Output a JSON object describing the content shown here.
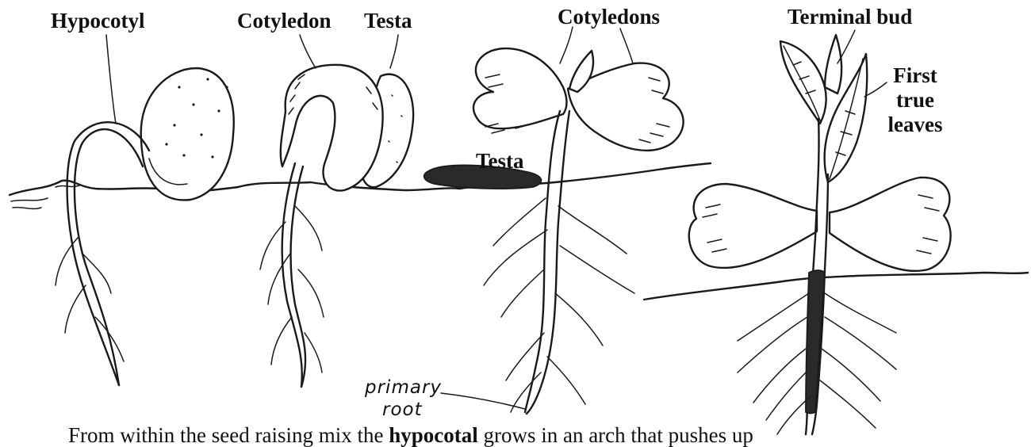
{
  "labels": {
    "hypocotyl": "Hypocotyl",
    "cotyledon": "Cotyledon",
    "testa_1": "Testa",
    "cotyledons": "Cotyledons",
    "testa_2": "Testa",
    "terminal_bud": "Terminal bud",
    "first_true_leaves": [
      "First",
      "true",
      "leaves"
    ],
    "primary_root": [
      "primary",
      "root"
    ]
  },
  "caption": {
    "before": "From within the seed raising mix the ",
    "bold": "hypocotal",
    "after": " grows in an arch that pushes up"
  }
}
